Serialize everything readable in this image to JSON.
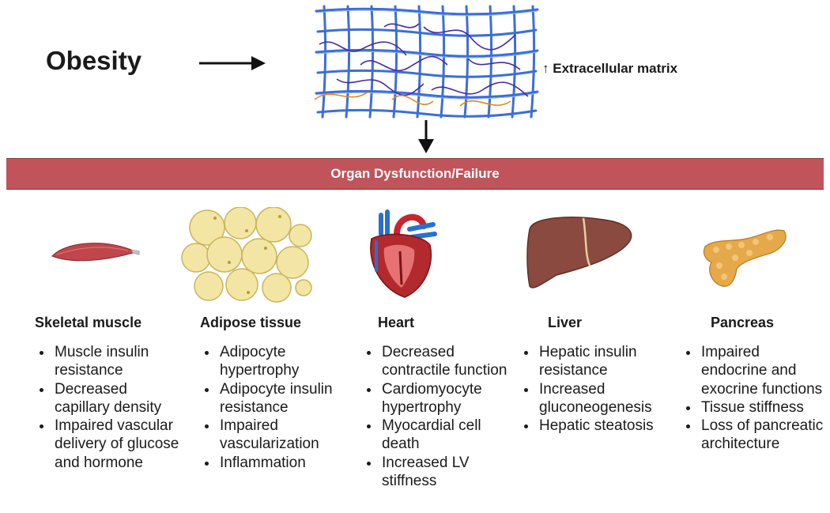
{
  "header": {
    "obesity": "Obesity",
    "ecm_arrow": "↑",
    "ecm_label": "Extracellular matrix"
  },
  "banner": {
    "text": "Organ Dysfunction/Failure"
  },
  "organs": [
    {
      "name": "Skeletal muscle",
      "icon": "skeletal-muscle-icon",
      "items": [
        "Muscle insulin resistance",
        "Decreased capillary density",
        "Impaired vascular delivery of glucose and hormone"
      ]
    },
    {
      "name": "Adipose tissue",
      "icon": "adipose-tissue-icon",
      "items": [
        "Adipocyte hypertrophy",
        "Adipocyte insulin resistance",
        "Impaired vascularization",
        "Inflammation"
      ]
    },
    {
      "name": "Heart",
      "icon": "heart-icon",
      "items": [
        "Decreased contractile function",
        "Cardiomyocyte hypertrophy",
        "Myocardial cell death",
        "Increased LV stiffness"
      ]
    },
    {
      "name": "Liver",
      "icon": "liver-icon",
      "items": [
        "Hepatic insulin resistance",
        "Increased gluconeogenesis",
        "Hepatic steatosis"
      ]
    },
    {
      "name": "Pancreas",
      "icon": "pancreas-icon",
      "items": [
        "Impaired endocrine and exocrine functions",
        "Tissue stiffness",
        "Loss of pancreatic architecture"
      ]
    }
  ],
  "colors": {
    "banner": "#c1545a",
    "mesh": "#3b6fd6",
    "fiber_purple": "#4a2aa0",
    "fiber_orange": "#e08a1e",
    "muscle": "#c0464b",
    "fat": "#f3e6a4",
    "liver": "#8a4a3f",
    "pancreas": "#e6a94a"
  }
}
